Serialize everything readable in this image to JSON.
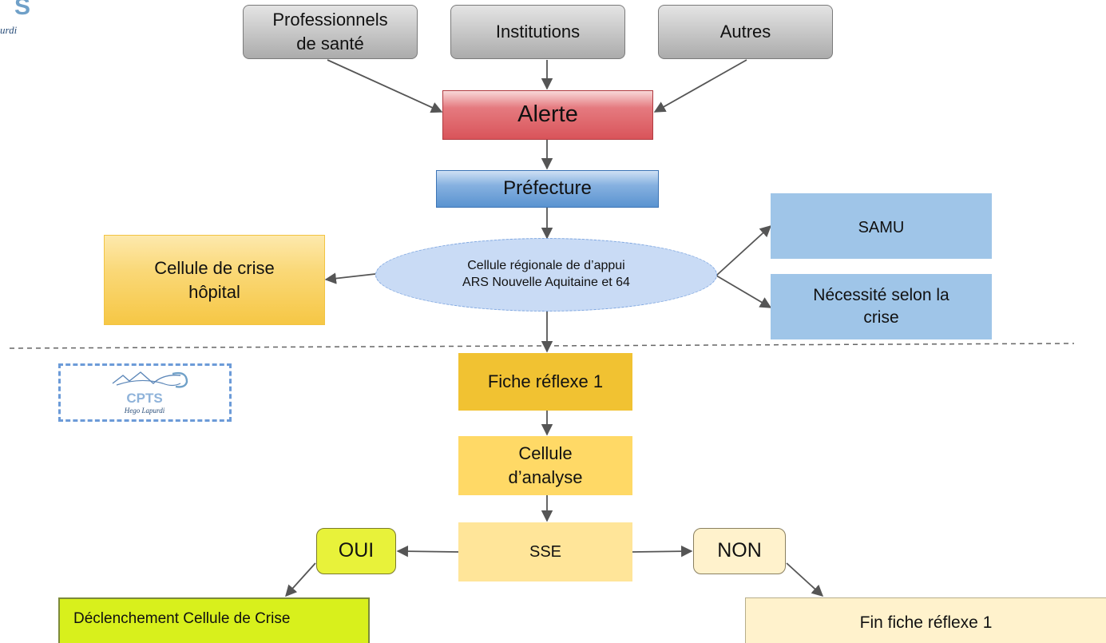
{
  "corner_logo": {
    "letter": "S",
    "text": "urdi"
  },
  "sources": {
    "professionnels": "Professionnels\nde santé",
    "institutions": "Institutions",
    "autres": "Autres"
  },
  "alerte": "Alerte",
  "prefecture": "Préfecture",
  "cellule_regionale": "Cellule régionale de d’appui\nARS Nouvelle Aquitaine et 64",
  "cellule_crise_hopital": "Cellule de crise\nhôpital",
  "samu": "SAMU",
  "necessite": "Nécessité selon la\ncrise",
  "cpts_logo": {
    "name": "CPTS",
    "sub": "Hego Lapurdi"
  },
  "fiche_reflexe": "Fiche réflexe 1",
  "cellule_analyse": "Cellule\nd’analyse",
  "sse": "SSE",
  "oui": "OUI",
  "non": "NON",
  "declenchement": "Déclenchement Cellule de Crise",
  "fin_fiche": "Fin fiche réflexe 1",
  "colors": {
    "alerte": "#d9545a",
    "prefecture": "#5a93d0",
    "cellule_regionale": "#c9dbf5",
    "samu": "#9fc5e8",
    "hopital": "#f9cf5c",
    "fiche": "#f1c232",
    "analyse": "#ffd966",
    "sse": "#ffe599",
    "oui": "#e8f23a",
    "non": "#fff2cc",
    "declenchement": "#d8f01c",
    "fin": "#fff2cc"
  }
}
